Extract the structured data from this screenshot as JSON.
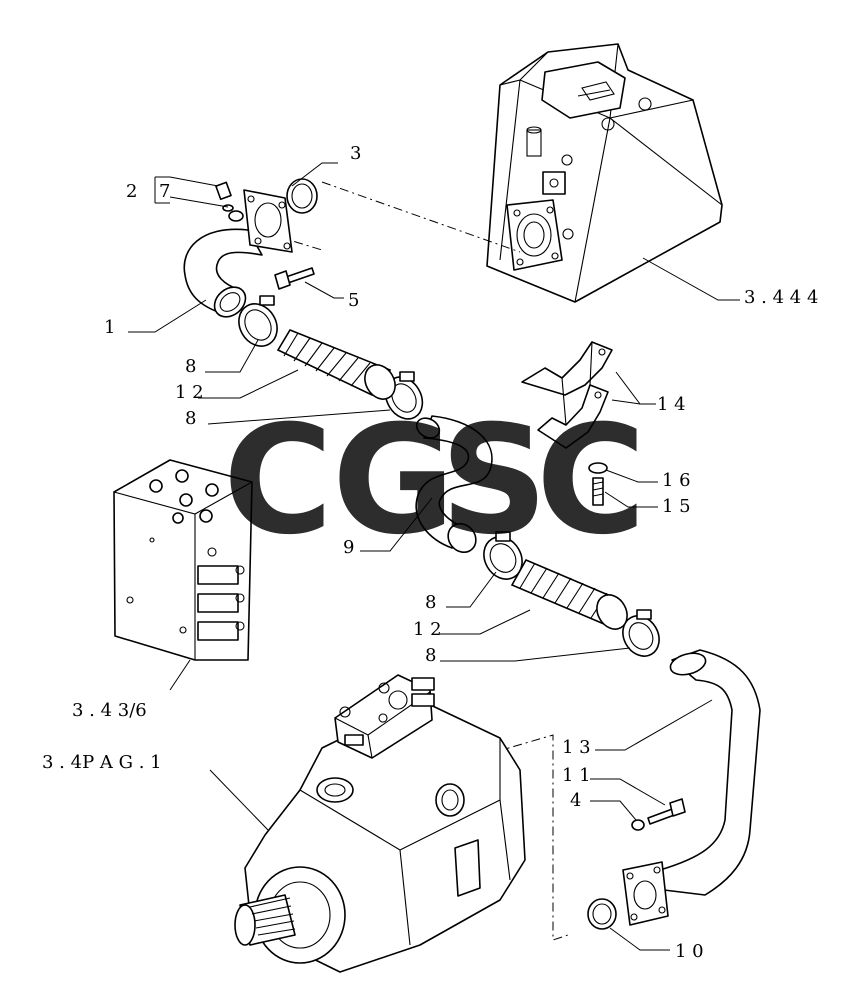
{
  "labels": {
    "l1": "1",
    "l2": "2",
    "l3": "3",
    "l4": "4",
    "l5": "5",
    "l7": "7",
    "l8a": "8",
    "l8b": "8",
    "l8c": "8",
    "l8d": "8",
    "l9": "9",
    "l10": "1 0",
    "l11": "1 1",
    "l12a": "1 2",
    "l12b": "1 2",
    "l13": "1 3",
    "l14": "1 4",
    "l15": "1 5",
    "l16": "1 6",
    "ref444": "3 . 4 4 4",
    "ref436": "3 . 4 3/6",
    "refPag": "3 . 4P A G . 1"
  },
  "watermark": {
    "letters": [
      "C",
      "G",
      "S",
      "C"
    ],
    "colors": [
      "#6aa8f5",
      "#f28b82",
      "#fbd33f",
      "#5fb88a"
    ]
  }
}
